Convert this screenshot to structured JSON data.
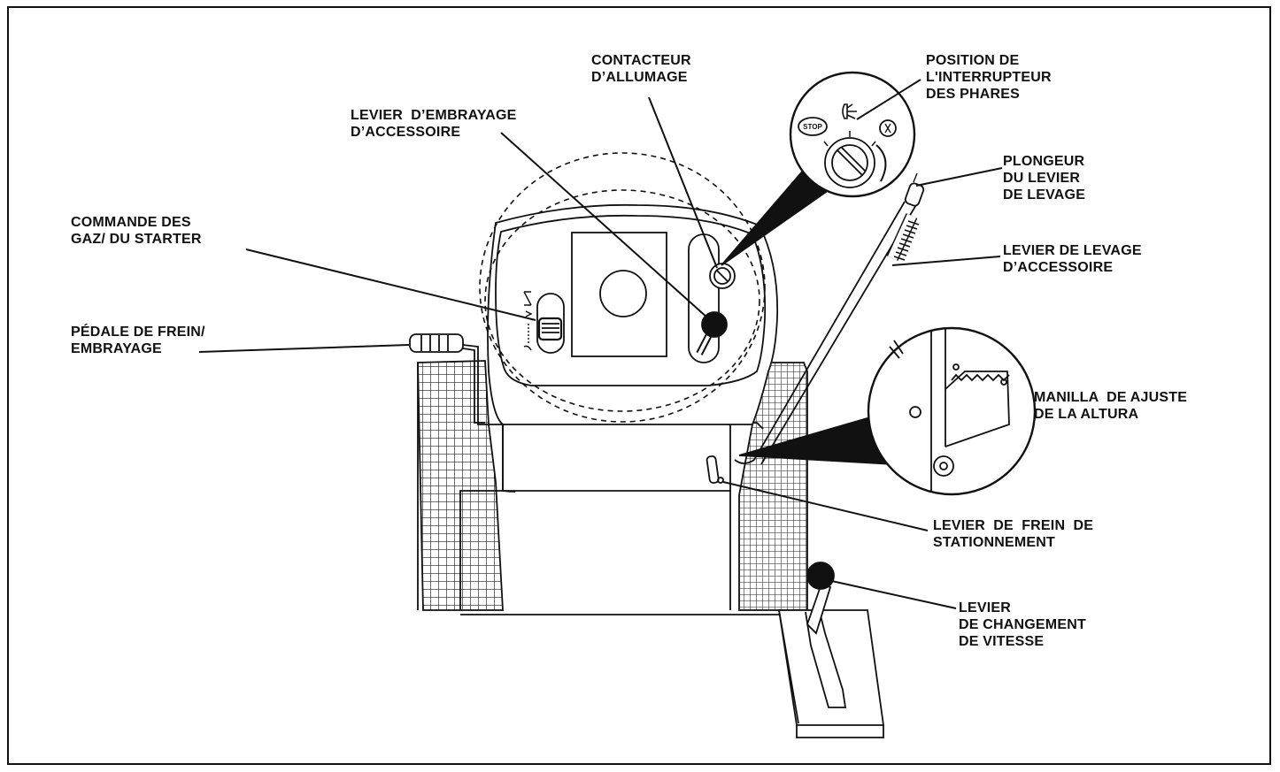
{
  "labels": {
    "contacteur": "CONTACTEUR\nD’ALLUMAGE",
    "position_phares": "POSITION DE\nL'INTERRUPTEUR\nDES PHARES",
    "embrayage_accessoire": "LEVIER  D’EMBRAYAGE\nD’ACCESSOIRE",
    "plongeur": "PLONGEUR\nDU LEVIER\nDE LEVAGE",
    "commande_gaz": "COMMANDE DES\nGAZ/ DU STARTER",
    "levier_levage": "LEVIER DE LEVAGE\nD’ACCESSOIRE",
    "pedale_frein": "PÉDALE DE FREIN/\nEMBRAYAGE",
    "manilla": "MANILLA  DE AJUSTE\nDE LA ALTURA",
    "frein_stationnement": "LEVIER  DE  FREIN  DE\nSTATIONNEMENT",
    "changement_vitesse": "LEVIER\nDE CHANGEMENT\nDE VITESSE"
  },
  "switch_text": {
    "stop": "STOP"
  }
}
